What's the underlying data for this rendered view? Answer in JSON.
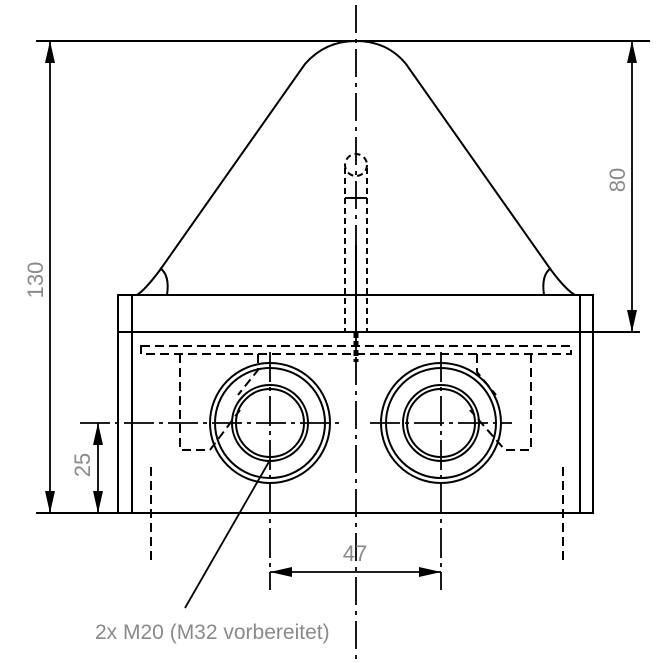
{
  "dimensions": {
    "total_height": "130",
    "dome_height": "80",
    "gland_height": "25",
    "gland_spacing": "47"
  },
  "callout": "2x M20 (M32 vorbereitet)",
  "colors": {
    "line": "#000000",
    "dimension_text": "#8a8a8a"
  }
}
